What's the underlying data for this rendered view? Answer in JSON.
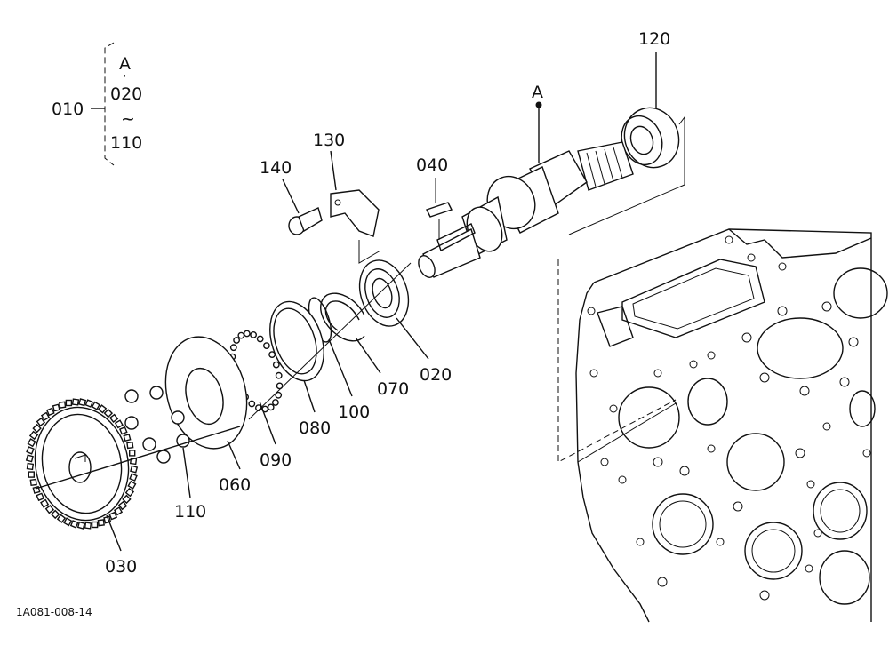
{
  "labels": {
    "p010": "010",
    "pA_group": "A",
    "dot": "·",
    "p020_group": "020",
    "tilde": "~",
    "p110_group": "110",
    "p120": "120",
    "pA": "A",
    "p130": "130",
    "p140": "140",
    "p040": "040",
    "p020": "020",
    "p070": "070",
    "p100": "100",
    "p080": "080",
    "p090": "090",
    "p060": "060",
    "p110": "110",
    "p030": "030"
  },
  "figure_code": "1A081-008-14"
}
